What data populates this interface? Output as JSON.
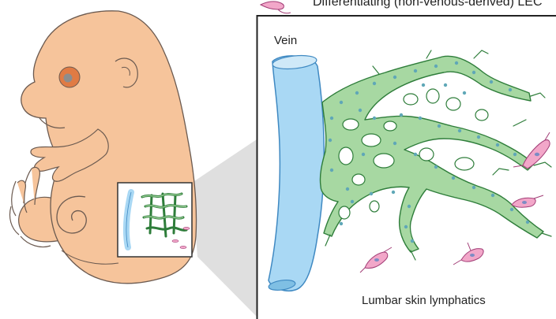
{
  "header": {
    "legend_label": "Differentiating (non-venous-derived) LEC"
  },
  "inset": {
    "vein_label": "Vein",
    "caption": "Lumbar skin lymphatics"
  },
  "colors": {
    "embryo_skin": "#f6c49b",
    "embryo_outline": "#6b5a50",
    "eye_outer": "#e07b44",
    "eye_pupil": "#8d8d8d",
    "vein_fill": "#a9d8f4",
    "vein_stroke": "#3f89c2",
    "lymphatic_fill": "#a7d8a2",
    "lymphatic_stroke": "#2e7d3a",
    "lymphatic_nuclei": "#5fa7b7",
    "lec_cell_fill": "#f2a7c9",
    "lec_cell_stroke": "#a23d76",
    "lec_nucleus": "#7c8cc4",
    "zoom_wedge": "#cfcfcf"
  }
}
